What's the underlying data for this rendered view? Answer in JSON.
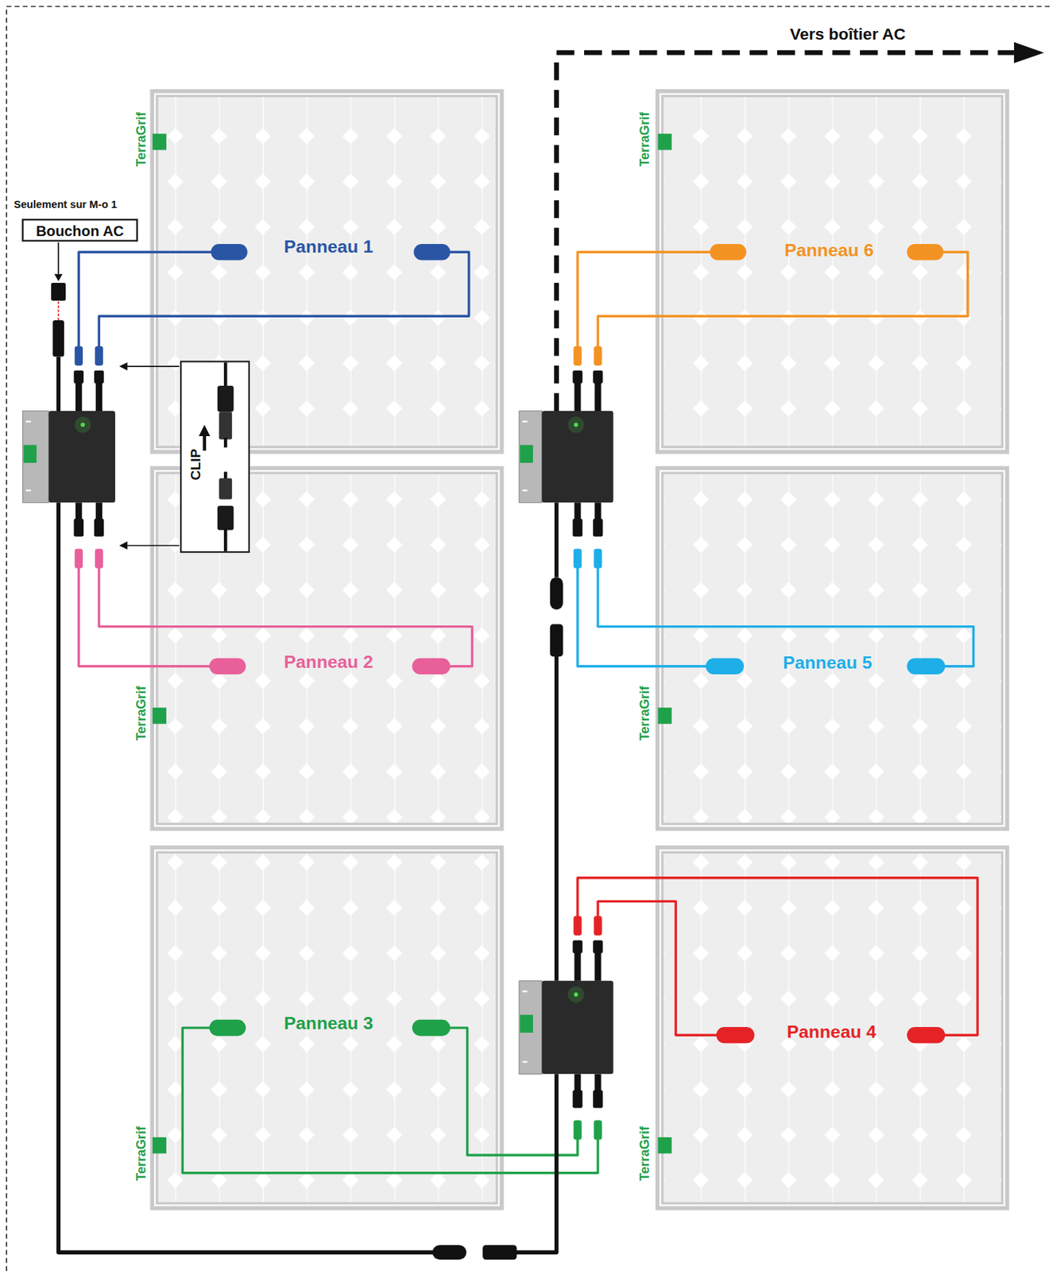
{
  "diagram": {
    "nodes": [
      {
        "text": [
          "Seulement sur M-o 1",
          "Bouchon AC"
        ]
      },
      {
        "text": [
          "Panneau 1",
          "TerraGrif"
        ]
      },
      {
        "text": [
          "Panneau 6",
          "TerraGrif"
        ]
      },
      {
        "text": [
          "CLIP"
        ]
      },
      {
        "text": [
          "Panneau 2",
          "TerraGrif"
        ]
      },
      {
        "text": [
          "Panneau 5",
          "TerraGrif"
        ]
      },
      {
        "text": [
          "Panneau 3",
          "TerraGrif"
        ]
      },
      {
        "text": [
          "Panneau 4",
          "TerraGrif"
        ]
      }
    ],
    "labels": [
      "Vers boîtier AC"
    ]
  }
}
